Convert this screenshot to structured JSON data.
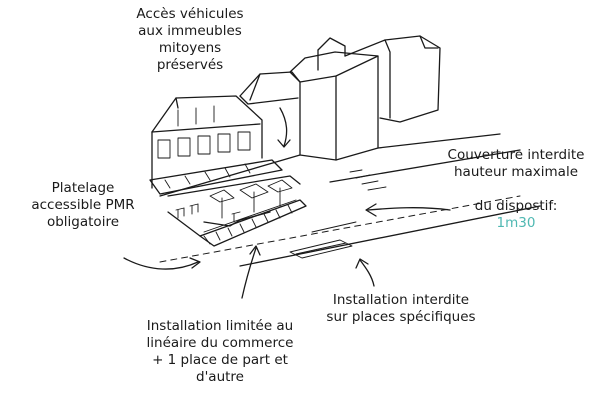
{
  "labels": {
    "vehicle_access": "Accès véhicules\naux immeubles\nmitoyens\npréservés",
    "roof_forbidden": "Couverture interdite\nhauteur maximale",
    "device_line": "du dispostif:",
    "max_height": "1m30",
    "decking": "Platelage\naccessible PMR\nobligatoire",
    "installation_limited": "Installation limitée au\nlinéaire du commerce\n+ 1 place de part et\nd'autre",
    "installation_forbidden": "Installation interdite\nsur places spécifiques"
  },
  "colors": {
    "ink": "#1a1a1a",
    "accent": "#4fb8b2",
    "background": "#ffffff"
  }
}
